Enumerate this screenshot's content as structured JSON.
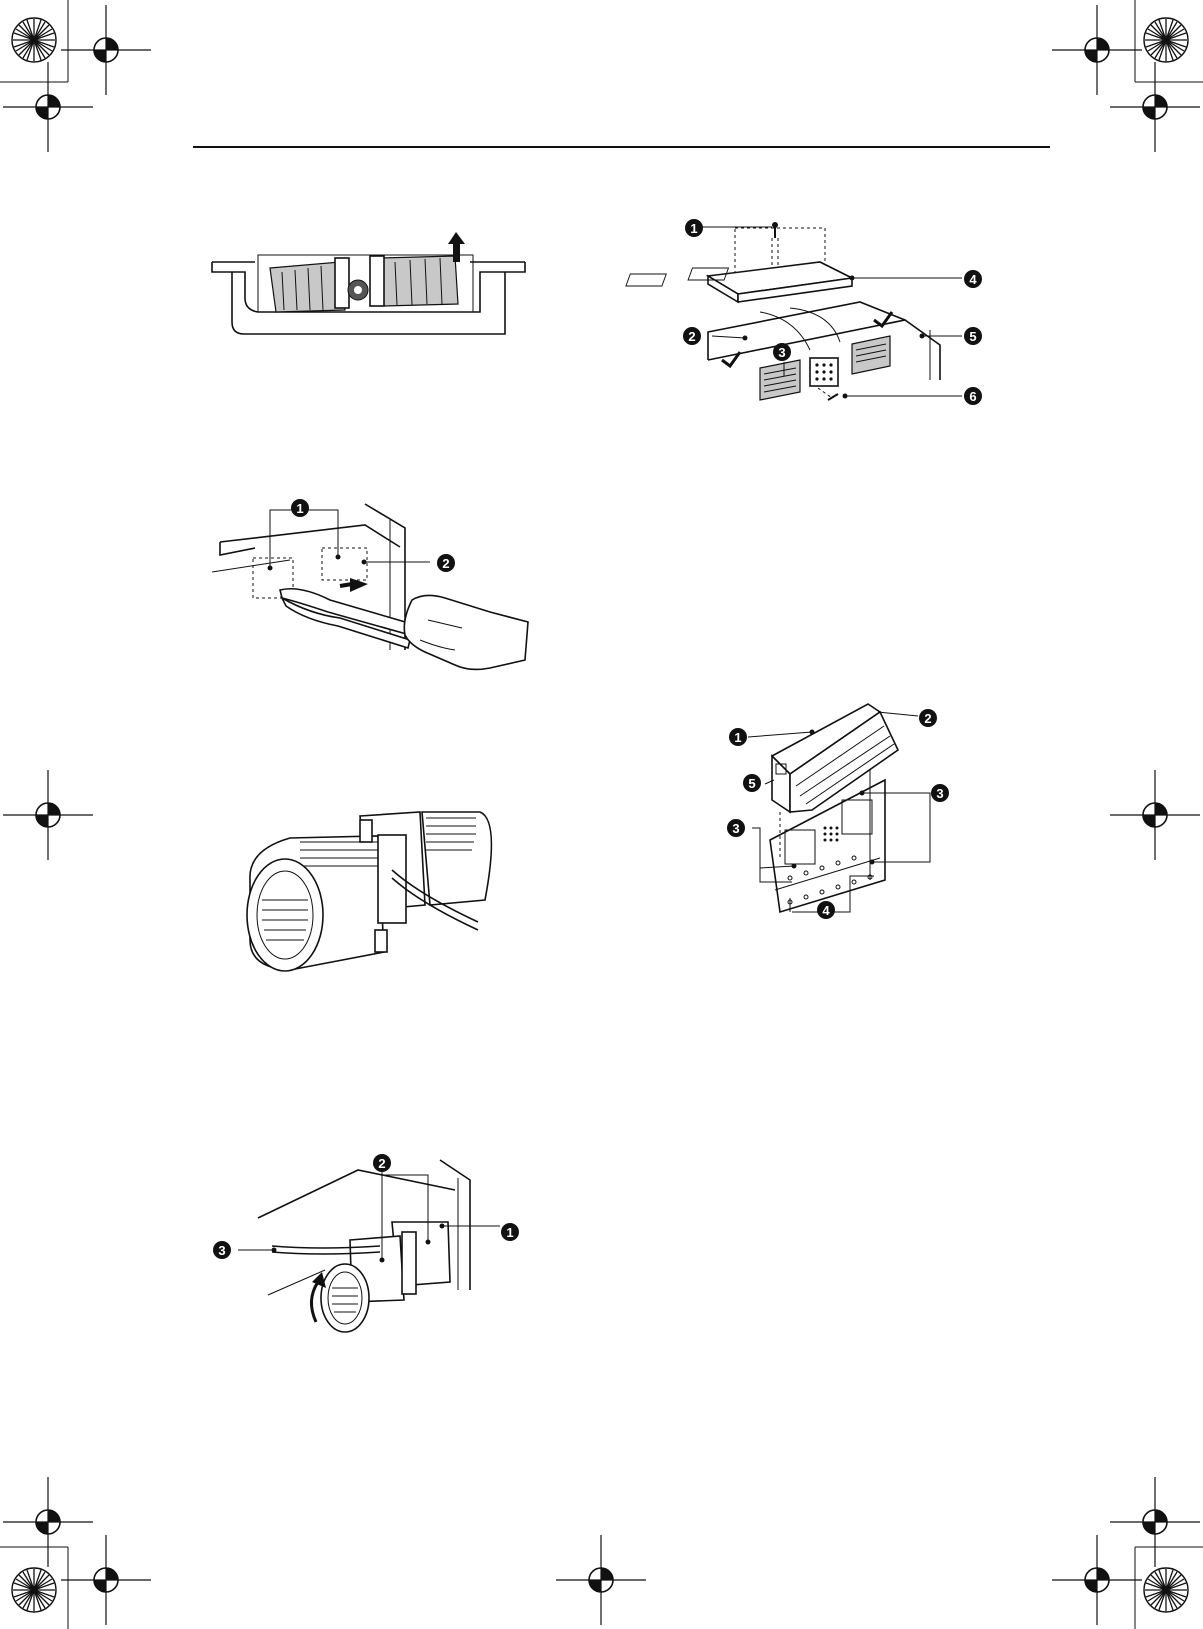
{
  "callouts": {
    "figure_b1": [
      "1",
      "2"
    ],
    "figure_c1": [
      "1",
      "2",
      "3"
    ],
    "figure_a2": [
      "1",
      "2",
      "3",
      "4",
      "5",
      "6"
    ],
    "figure_b2": [
      "1",
      "2",
      "3",
      "3",
      "4",
      "5"
    ]
  },
  "colors": {
    "ink": "#111111",
    "paper": "#ffffff",
    "shade": "#c8c8c8"
  }
}
